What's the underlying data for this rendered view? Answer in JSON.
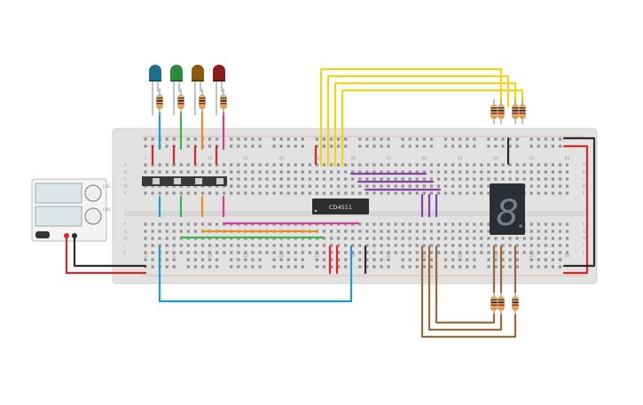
{
  "breadboard": {
    "column_labels": [
      "1",
      "5",
      "10",
      "15",
      "20",
      "25",
      "30",
      "35",
      "40",
      "45",
      "50",
      "55",
      "60"
    ],
    "row_labels_top": [
      "A",
      "B",
      "C",
      "D",
      "E"
    ],
    "row_labels_bottom": [
      "F",
      "G",
      "H",
      "I",
      "J"
    ]
  },
  "ic": {
    "label": "CD4511"
  },
  "display": {
    "digit": "8"
  },
  "power_supply": {
    "label_top": "CH1",
    "label_bottom": "CH2"
  },
  "colors": {
    "board": "#e2e2e2",
    "wire_yellow": "#f2d21b",
    "wire_purple": "#8a3ea8",
    "wire_blue": "#1e9bd7",
    "wire_green": "#3cb34a",
    "wire_orange": "#f08c1e",
    "wire_magenta": "#d63a9c",
    "wire_brown": "#9a6a3c",
    "wire_red": "#d8262b",
    "wire_black": "#2b2b2b",
    "led_blue": "#1f6f8b",
    "led_green": "#2d8a3e",
    "led_brown": "#8a5a14",
    "led_red": "#8b1c1c"
  }
}
